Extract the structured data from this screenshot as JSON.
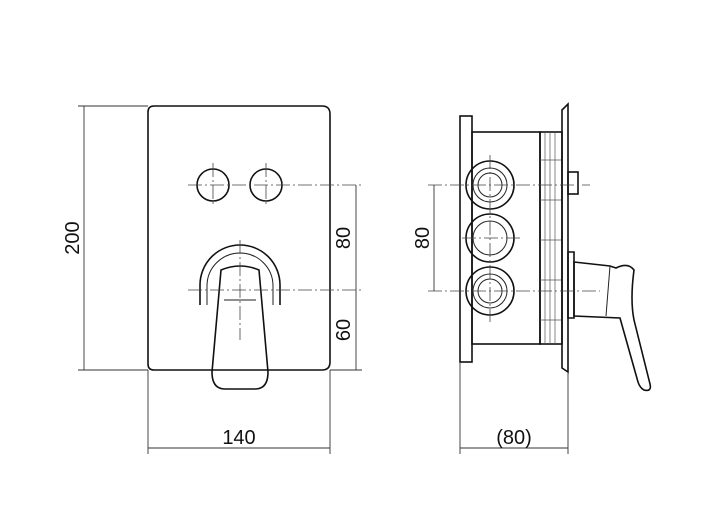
{
  "drawing": {
    "front_view": {
      "height_label": "200",
      "button_spacing_label": "80",
      "lever_offset_label": "60",
      "width_label": "140"
    },
    "side_view": {
      "port_spacing_label": "80",
      "depth_label": "(80)"
    }
  }
}
